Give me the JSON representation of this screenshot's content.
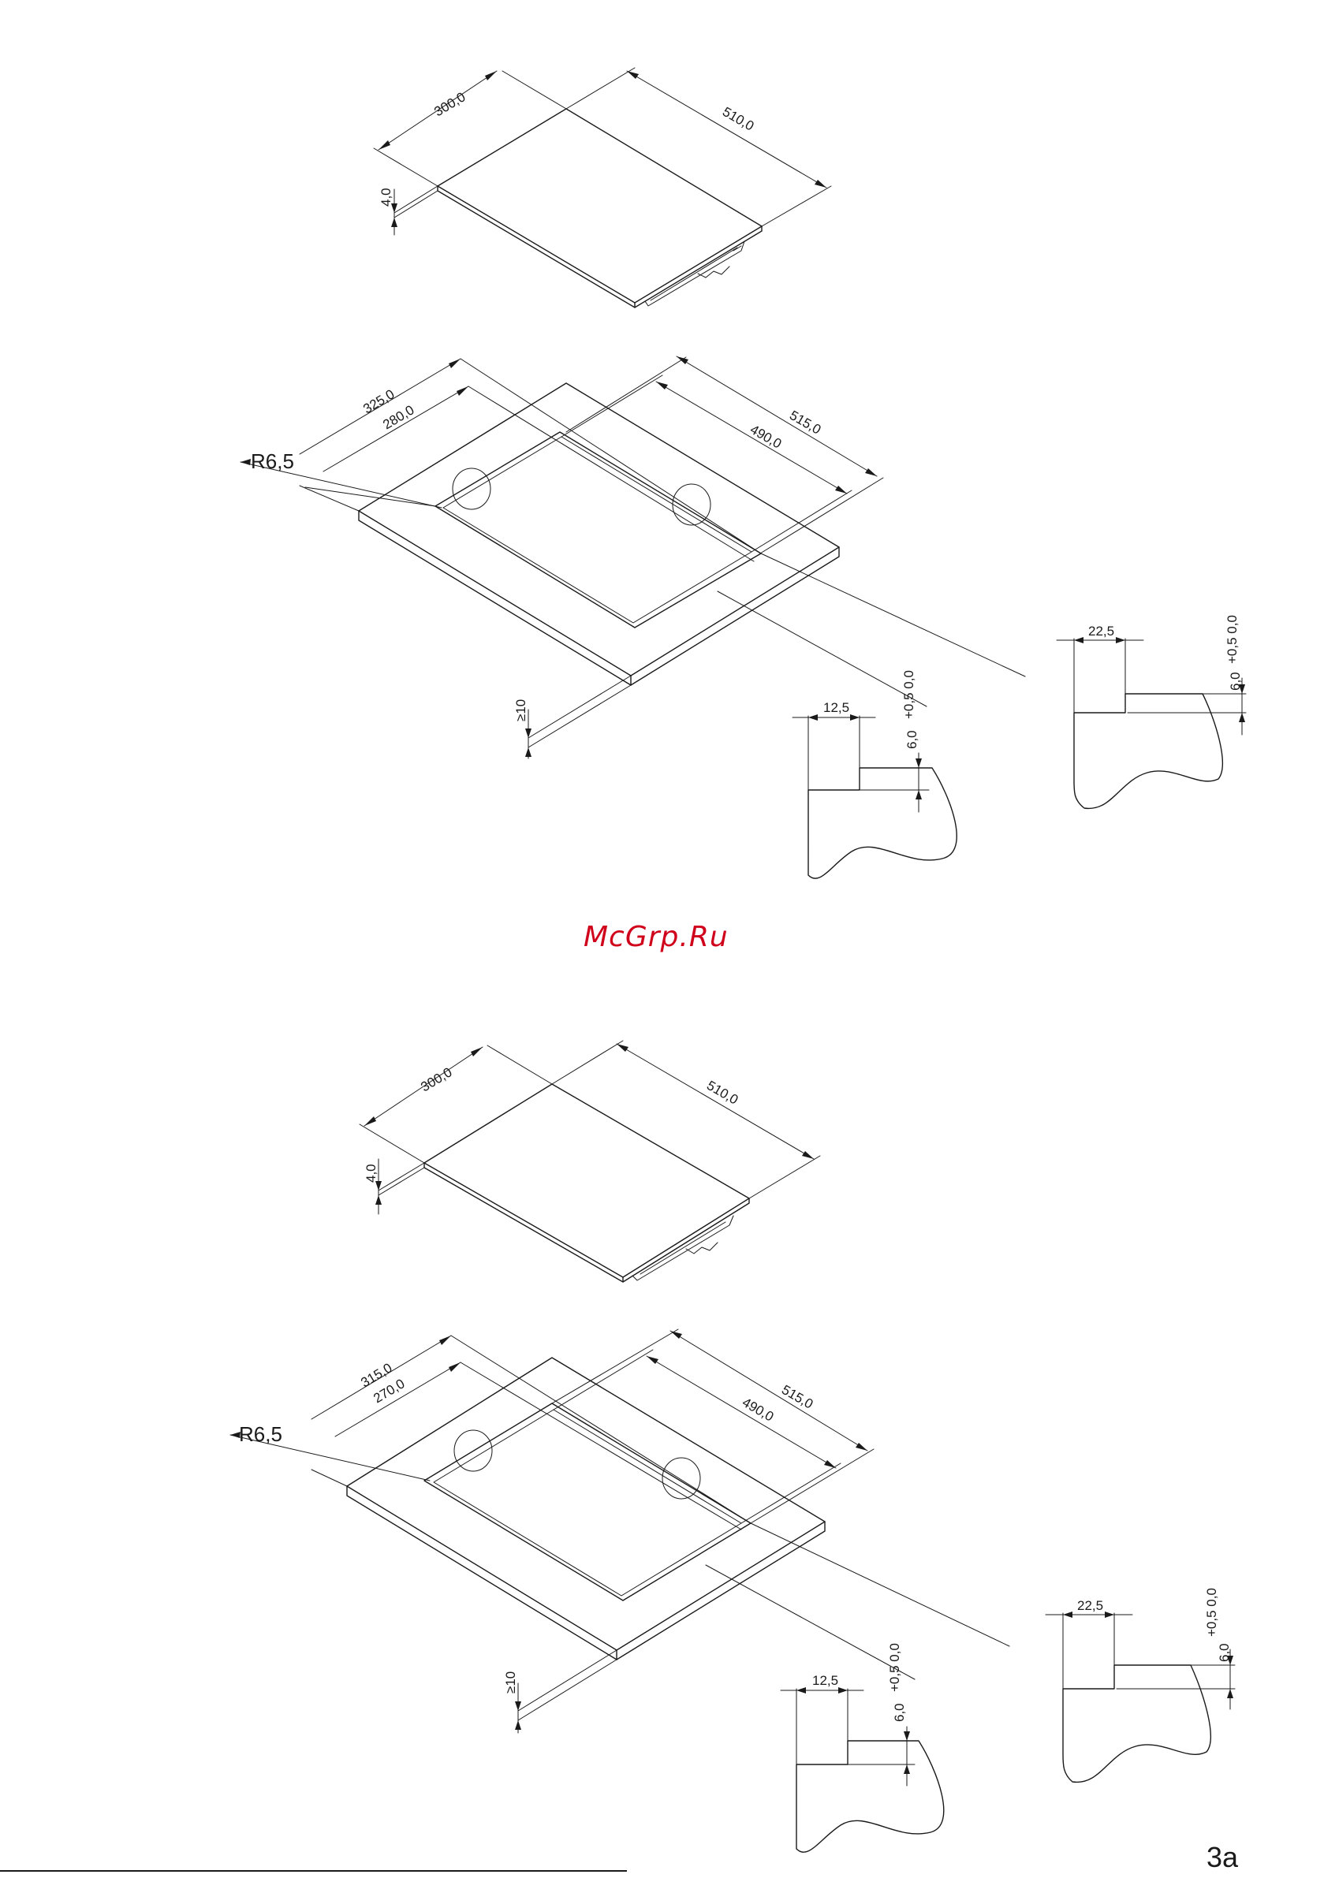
{
  "watermark": "McGrp.Ru",
  "page_number": "3a",
  "colors": {
    "line": "#1a1a1a",
    "watermark": "#d0021b",
    "background": "#ffffff"
  },
  "variants": [
    {
      "hob": {
        "depth_label": "300,0",
        "width_label": "510,0",
        "thickness_label": "4,0"
      },
      "cutout": {
        "outer_depth_label": "325,0",
        "inner_depth_label": "280,0",
        "outer_width_label": "515,0",
        "inner_width_label": "490,0",
        "radius_label": "R6,5",
        "min_thickness_label": "≥10"
      },
      "detail_a": {
        "width_label": "12,5",
        "depth_label": "6,0",
        "tolerance_label": "+0,5 0,0"
      },
      "detail_b": {
        "width_label": "22,5",
        "depth_label": "6,0",
        "tolerance_label": "+0,5 0,0"
      }
    },
    {
      "hob": {
        "depth_label": "300,0",
        "width_label": "510,0",
        "thickness_label": "4,0"
      },
      "cutout": {
        "outer_depth_label": "315,0",
        "inner_depth_label": "270,0",
        "outer_width_label": "515,0",
        "inner_width_label": "490,0",
        "radius_label": "R6,5",
        "min_thickness_label": "≥10"
      },
      "detail_a": {
        "width_label": "12,5",
        "depth_label": "6,0",
        "tolerance_label": "+0,5 0,0"
      },
      "detail_b": {
        "width_label": "22,5",
        "depth_label": "6,0",
        "tolerance_label": "+0,5 0,0"
      }
    }
  ]
}
